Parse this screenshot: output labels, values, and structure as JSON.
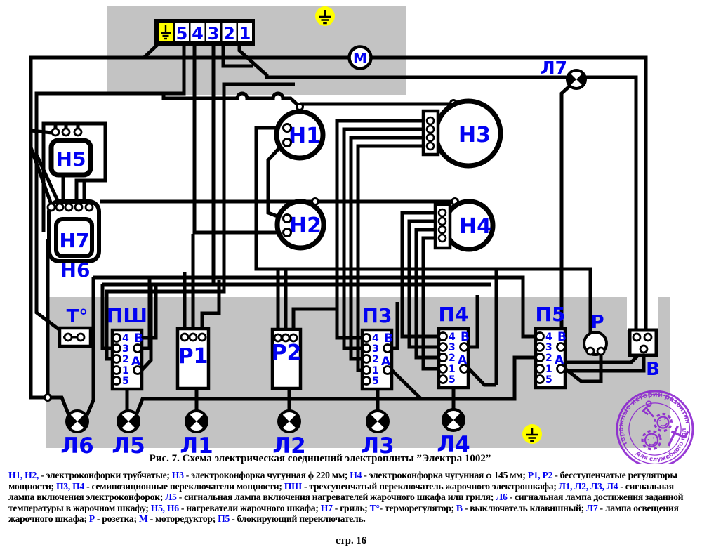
{
  "terminal": {
    "numbers": [
      "5",
      "4",
      "3",
      "2",
      "1"
    ]
  },
  "labels": {
    "m": "М",
    "l7": "Л7",
    "h1": "Н1",
    "h2": "Н2",
    "h3": "Н3",
    "h4": "Н4",
    "h5": "Н5",
    "h6": "Н6",
    "h7": "Н7",
    "t": "Т°",
    "r1": "Р1",
    "r2": "Р2",
    "socket": "Р",
    "switch": "В"
  },
  "switches": [
    {
      "id": "psh",
      "label": "ПШ"
    },
    {
      "id": "p3",
      "label": "П3"
    },
    {
      "id": "p4",
      "label": "П4"
    },
    {
      "id": "p5",
      "label": "П5"
    }
  ],
  "switch_pins": [
    "4",
    "3",
    "2",
    "1",
    "5"
  ],
  "switch_sides": {
    "top": "В",
    "mid": "А"
  },
  "lamps": [
    "Л6",
    "Л5",
    "Л1",
    "Л2",
    "Л3",
    "Л4"
  ],
  "caption": "Рис. 7. Схема электрическая соединений электроплиты ”Электра 1002”",
  "page_number": "стр. 16",
  "watermark": {
    "top": "гаражные истории развития Артефакта",
    "bottom": "для служебного пользования"
  },
  "legend_lines": [
    [
      {
        "t": "Н1, Н2,",
        "c": 1
      },
      {
        "t": " - электроконфорки трубчатые; ",
        "c": 0
      },
      {
        "t": "Н3",
        "c": 1
      },
      {
        "t": " - электроконфорка чугунная  ϕ 220 мм;   ",
        "c": 0
      },
      {
        "t": "Н4",
        "c": 1
      },
      {
        "t": " - электроконфорка чугунная  ϕ 145 мм; ",
        "c": 0
      },
      {
        "t": "Р1, Р2",
        "c": 1
      },
      {
        "t": " - бесступенчатые регуляторы",
        "c": 0
      }
    ],
    [
      {
        "t": "мощности; ",
        "c": 0
      },
      {
        "t": "П3, П4",
        "c": 1
      },
      {
        "t": " - семипозиционные переключатели мощности; ",
        "c": 0
      },
      {
        "t": "ПШ",
        "c": 1
      },
      {
        "t": " - трехсупенчатый переключатель жарочного электрошкафа; ",
        "c": 0
      },
      {
        "t": "Л1, Л2, Л3, Л4",
        "c": 1
      },
      {
        "t": " - сигнальная",
        "c": 0
      }
    ],
    [
      {
        "t": "лампа включения электроконфорок; ",
        "c": 0
      },
      {
        "t": "Л5",
        "c": 1
      },
      {
        "t": " - сигнальная лампа включения нагревателей жарочного шкафа или гриля; ",
        "c": 0
      },
      {
        "t": "Л6",
        "c": 1
      },
      {
        "t": " - сигнальная лампа достижения заданной",
        "c": 0
      }
    ],
    [
      {
        "t": "температуры в жарочном шкафу; ",
        "c": 0
      },
      {
        "t": "Н5, Н6",
        "c": 1
      },
      {
        "t": " - нагреватели жарочного шкафа; ",
        "c": 0
      },
      {
        "t": "Н7",
        "c": 1
      },
      {
        "t": " - гриль; ",
        "c": 0
      },
      {
        "t": "Т°",
        "c": 1
      },
      {
        "t": "- терморегулятор; ",
        "c": 0
      },
      {
        "t": "В",
        "c": 1
      },
      {
        "t": " - выключатель клавишный; ",
        "c": 0
      },
      {
        "t": "Л7",
        "c": 1
      },
      {
        "t": " - лампа освещения",
        "c": 0
      }
    ],
    [
      {
        "t": "жарочного шкафа; ",
        "c": 0
      },
      {
        "t": "Р",
        "c": 1
      },
      {
        "t": " - розетка; ",
        "c": 0
      },
      {
        "t": "М",
        "c": 1
      },
      {
        "t": " - моторедуктор; ",
        "c": 0
      },
      {
        "t": "П5",
        "c": 1
      },
      {
        "t": " - блокирующий переключатель.",
        "c": 0
      }
    ]
  ]
}
